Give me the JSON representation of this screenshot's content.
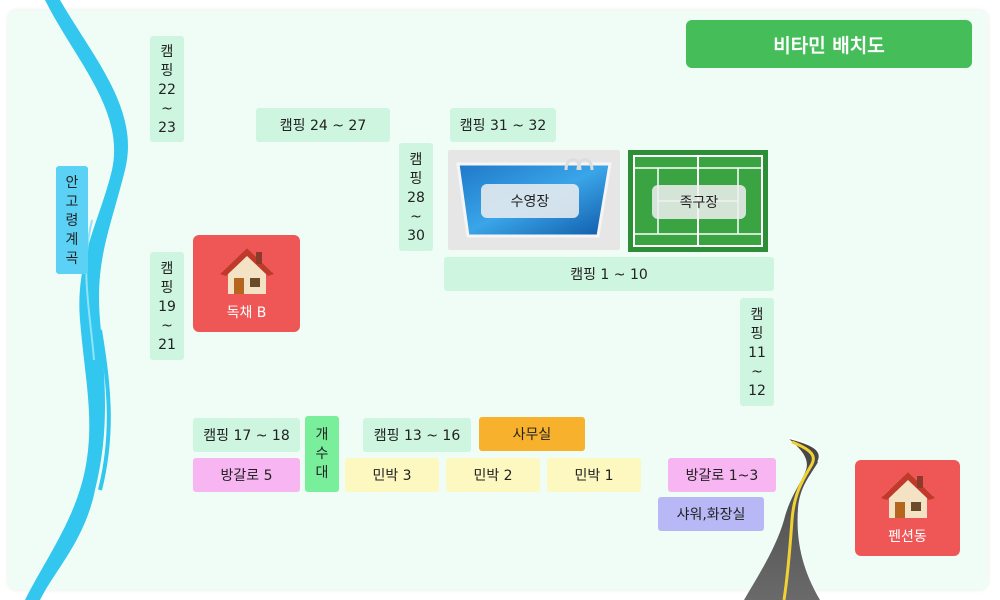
{
  "title": "비타민 배치도",
  "river": {
    "label": "안고령계곡",
    "chars": [
      "안",
      "고",
      "령",
      "계",
      "곡"
    ]
  },
  "camping": {
    "c22_23": [
      "캠",
      "핑",
      "22",
      "~",
      "23"
    ],
    "c24_27": "캠핑 24 ~ 27",
    "c31_32": "캠핑 31 ~ 32",
    "c28_30": [
      "캠",
      "핑",
      "28",
      "~",
      "30"
    ],
    "c19_21": [
      "캠",
      "핑",
      "19",
      "~",
      "21"
    ],
    "c1_10": "캠핑 1 ~ 10",
    "c11_12": [
      "캠",
      "핑",
      "11",
      "~",
      "12"
    ],
    "c17_18": "캠핑 17 ~ 18",
    "c13_16": "캠핑 13 ~ 16"
  },
  "facilities": {
    "pool": "수영장",
    "footvolley": "족구장",
    "office": "사무실",
    "sink": [
      "개",
      "수",
      "대"
    ],
    "shower": "샤워,화장실",
    "cabin_b": "독채 B",
    "pension": "펜션동"
  },
  "lodging": {
    "room5": "방갈로 5",
    "room1_3": "방갈로 1~3",
    "minbak3": "민박 3",
    "minbak2": "민박 2",
    "minbak1": "민박 1"
  },
  "icons": {
    "house": "house-icon",
    "river": "river-shape",
    "road": "road-shape"
  },
  "colors": {
    "mint": "#cdf5df",
    "pink": "#f7b6f1",
    "yellow": "#fdf7c0",
    "orange": "#f8b12c",
    "title": "#45bd58",
    "red": "#ef5757",
    "river": "#33c6ee"
  }
}
